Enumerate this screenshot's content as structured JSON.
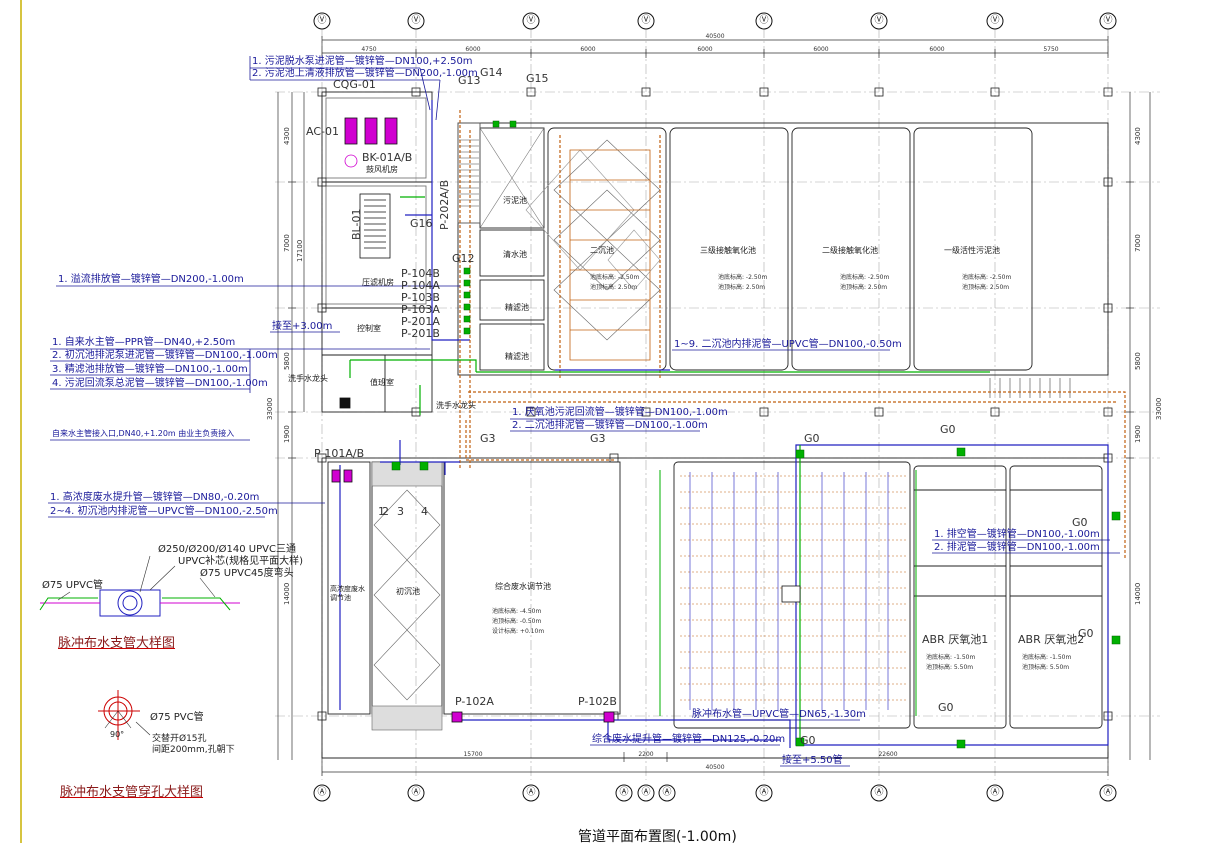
{
  "axes": {
    "labels": [
      "Ⓥ",
      "Ⓥ",
      "Ⓥ",
      "Ⓥ",
      "Ⓥ",
      "Ⓥ",
      "Ⓥ",
      "Ⓥ"
    ],
    "bottom_labels": [
      "Ⓐ",
      "Ⓐ",
      "Ⓐ",
      "Ⓐ",
      "Ⓐ",
      "Ⓐ",
      "Ⓐ",
      "Ⓐ",
      "Ⓐ",
      "Ⓐ"
    ]
  },
  "dims": {
    "top_total": "40500",
    "top_segments": [
      "4750",
      "6000",
      "6000",
      "6000",
      "6000",
      "6000",
      "5750"
    ],
    "bottom_total": "40500",
    "bottom_segments": [
      "15700",
      "2200",
      "22600"
    ],
    "left_total": "33000",
    "left_segments": [
      "4300",
      "7000",
      "5800",
      "1900",
      "14000"
    ],
    "left_sub": "17100",
    "right_total": "33000",
    "right_segments": [
      "4300",
      "7000",
      "5800",
      "1900",
      "14000"
    ]
  },
  "callouts": {
    "c1": "1. 污泥脱水泵进泥管—镀锌管—DN100,+2.50m",
    "c2": "2. 污泥池上清液排放管—镀锌管—DN200,-1.00m",
    "c3": "1. 溢流排放管—镀锌管—DN200,-1.00m",
    "c4": "1. 自来水主管—PPR管—DN40,+2.50m",
    "c5": "2. 初沉池排泥泵进泥管—镀锌管—DN100,-1.00m",
    "c6": "3. 精滤池排放管—镀锌管—DN100,-1.00m",
    "c7": "4. 污泥回流泵总泥管—镀锌管—DN100,-1.00m",
    "c8": "自来水主管接入口,DN40,+1.20m 由业主负责接入",
    "c9": "1. 高浓度废水提升管—镀锌管—DN80,-0.20m",
    "c10": "2~4. 初沉池内排泥管—UPVC管—DN100,-2.50m",
    "c11": "1~9. 二沉池内排泥管—UPVC管—DN100,-0.50m",
    "c12": "1. 厌氧池污泥回流管—镀锌管—DN100,-1.00m",
    "c13": "2. 二沉池排泥管—镀锌管—DN100,-1.00m",
    "c14": "1. 排空管—镀锌管—DN100,-1.00m",
    "c15": "2. 排泥管—镀锌管—DN100,-1.00m",
    "c16": "综合废水提升管—镀锌管—DN125,-0.20m",
    "c17": "脉冲布水管—UPVC管—DN65,-1.30m",
    "c18": "接至+3.00m",
    "c19": "接至+5.50管",
    "c20": "洗手水龙头",
    "c21": "洗手水龙头"
  },
  "tags": {
    "cqg": "CQG-01",
    "ac": "AC-01",
    "bk": "BK-01A/B",
    "bk_sub": "鼓风机房",
    "bl": "BL-01",
    "press": "压滤机房",
    "p202": "P-202A/B",
    "g13": "G13",
    "g14": "G14",
    "g15": "G15",
    "g16": "G16",
    "g12": "G12",
    "p104b": "P-104B",
    "p104a": "P-104A",
    "p103b": "P-103B",
    "p103a": "P-103A",
    "p201a": "P-201A",
    "p201b": "P-201B",
    "ctrl": "控制室",
    "duty": "值班室",
    "p101": "P-101A/B",
    "g3a": "G3",
    "g3b": "G3",
    "g0_1": "G0",
    "g0_2": "G0",
    "g0_3": "G0",
    "g0_4": "G0",
    "g0_5": "G0",
    "g0_6": "G0",
    "p102a": "P-102A",
    "p102b": "P-102B",
    "num1": "1",
    "num2": "2",
    "num3": "3",
    "num4": "4",
    "abr1": "ABR 厌氧池1",
    "abr2": "ABR 厌氧池2"
  },
  "tanks": {
    "sludge": "污泥池",
    "clear": "清水池",
    "fine1": "精滤池",
    "fine2": "精滤池",
    "sec": "二沉池",
    "sec_wl": "池底标高: -2.50m",
    "sec_wl2": "池顶标高: 2.50m",
    "contact3": "三级接触氧化池",
    "contact3_wl": "池底标高: -2.50m",
    "contact3_wl2": "池顶标高: 2.50m",
    "contact2": "二级接触氧化池",
    "contact2_wl": "池底标高: -2.50m",
    "contact2_wl2": "池顶标高: 2.50m",
    "active1": "一级活性污泥池",
    "active1_wl": "池底标高: -2.50m",
    "active1_wl2": "池顶标高: 2.50m",
    "highconc": "高浓度废水调节池",
    "primary": "初沉池",
    "comp": "综合废水调节池",
    "comp_wl1": "池底标高: -4.50m",
    "comp_wl2": "池顶标高: -0.50m",
    "comp_wl3": "设计标高: +0.10m",
    "abr1_wl1": "池底标高: -1.50m",
    "abr1_wl2": "池顶标高: 5.50m",
    "abr2_wl1": "池底标高: -1.50m",
    "abr2_wl2": "池顶标高: 5.50m"
  },
  "details": {
    "d1_title": "脉冲布水支管大样图",
    "d1_a": "Ø250/Ø200/Ø140 UPVC三通",
    "d1_b": "UPVC补芯(规格见平面大样)",
    "d1_c": "Ø75 UPVC45度弯头",
    "d1_d": "Ø75 UPVC管",
    "d2_title": "脉冲布水支管穿孔大样图",
    "d2_a": "Ø75 PVC管",
    "d2_b": "交替开Ø15孔",
    "d2_c": "间距200mm,孔朝下",
    "d2_angle": "90°"
  },
  "main_title": "管道平面布置图(-1.00m)",
  "colors": {
    "line": "#222222",
    "green": "#00b000",
    "blue": "#2020c0",
    "orange": "#c06010",
    "magenta": "#d000d0",
    "red": "#cc0000"
  }
}
